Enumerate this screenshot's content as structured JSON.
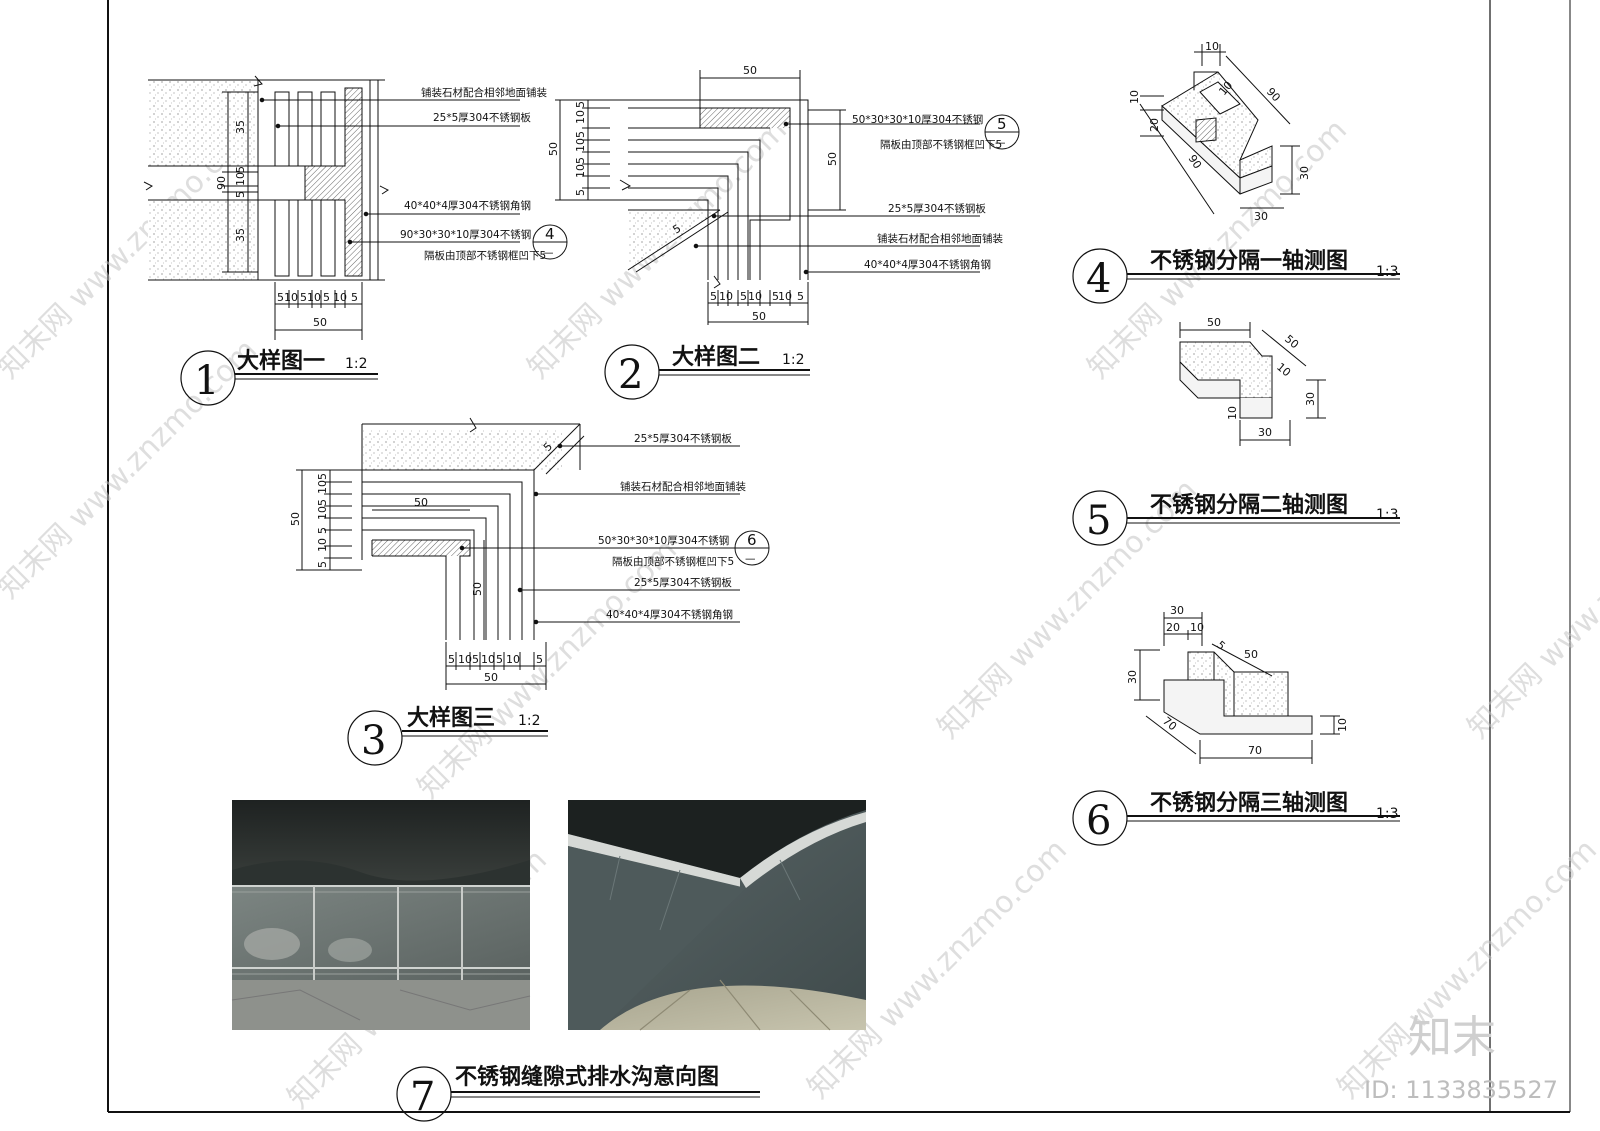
{
  "sheet": {
    "watermark_text": "知末网 www.znzmo.com",
    "brand_logo": "知末",
    "id_text": "ID: 1133835527"
  },
  "detail1": {
    "number": "1",
    "title": "大样图一",
    "scale": "1:2",
    "notes": [
      "铺装石材配合相邻地面铺装",
      "25*5厚304不锈钢板",
      "40*40*4厚304不锈钢角钢",
      "90*30*30*10厚304不锈钢",
      "隔板由顶部不锈钢框凹下5"
    ],
    "ref": {
      "top": "4",
      "bottom": "—"
    },
    "dims_left": [
      "35",
      "5",
      "10",
      "5",
      "35"
    ],
    "dim_left_total": "90",
    "dims_bottom": [
      "5",
      "10",
      "5",
      "10",
      "5",
      "10",
      "5"
    ],
    "dim_bottom_total": "50"
  },
  "detail2": {
    "number": "2",
    "title": "大样图二",
    "scale": "1:2",
    "notes": [
      "50*30*30*10厚304不锈钢",
      "隔板由顶部不锈钢框凹下5",
      "25*5厚304不锈钢板",
      "铺装石材配合相邻地面铺装",
      "40*40*4厚304不锈钢角钢"
    ],
    "ref": {
      "top": "5",
      "bottom": "—"
    },
    "dim_top": "50",
    "dim_left_total": "50",
    "dims_left": [
      "5",
      "10",
      "5",
      "10",
      "5",
      "10",
      "5"
    ],
    "dim_right": "50",
    "dims_bottom": [
      "5",
      "10",
      "5",
      "10",
      "5",
      "10",
      "5"
    ],
    "dim_bottom_total": "50",
    "dim_diag": "5"
  },
  "detail3": {
    "number": "3",
    "title": "大样图三",
    "scale": "1:2",
    "notes": [
      "25*5厚304不锈钢板",
      "铺装石材配合相邻地面铺装",
      "50*30*30*10厚304不锈钢",
      "隔板由顶部不锈钢框凹下5",
      "25*5厚304不锈钢板",
      "40*40*4厚304不锈钢角钢"
    ],
    "ref": {
      "top": "6",
      "bottom": "—"
    },
    "dim_left_total": "50",
    "dims_left": [
      "5",
      "10",
      "5",
      "10",
      "5",
      "10",
      "5"
    ],
    "dim_inner": "50",
    "dim_vert": "50",
    "dims_bottom": [
      "5",
      "10",
      "5",
      "10",
      "5",
      "10",
      "5"
    ],
    "dim_bottom_total": "50",
    "dim_diag": "5"
  },
  "iso1": {
    "number": "4",
    "title": "不锈钢分隔一轴测图",
    "scale": "1:3",
    "dims": {
      "top": "10",
      "long": "90",
      "inner": "10",
      "h1": "10",
      "h2": "20",
      "left_long": "90",
      "height": "30",
      "base": "30"
    }
  },
  "iso2": {
    "number": "5",
    "title": "不锈钢分隔二轴测图",
    "scale": "1:3",
    "dims": {
      "top": "50",
      "side": "50",
      "inner": "10",
      "height": "30",
      "left": "10",
      "base": "30"
    }
  },
  "iso3": {
    "number": "6",
    "title": "不锈钢分隔三轴测图",
    "scale": "1:3",
    "dims": {
      "top": "30",
      "a": "20",
      "b": "10",
      "diag": "5",
      "len": "50",
      "height": "30",
      "left": "70",
      "base": "70",
      "right": "10"
    }
  },
  "photos": {
    "number": "7",
    "title": "不锈钢缝隙式排水沟意向图"
  }
}
